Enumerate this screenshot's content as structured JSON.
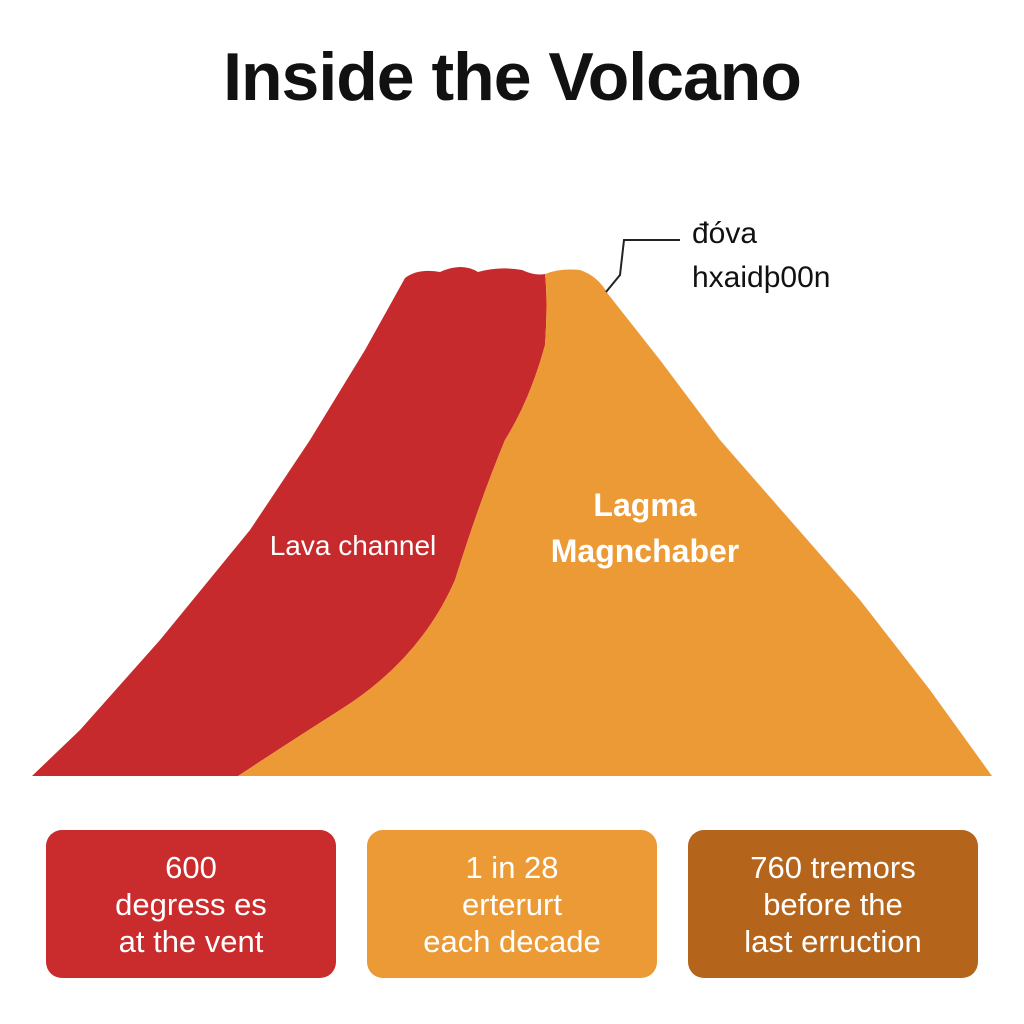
{
  "title": "Inside the Volcano",
  "callout": {
    "line1": "đóva",
    "line2": "hxaidþ00n"
  },
  "labels": {
    "lava_channel": "Lava channel",
    "magma_line1": "Lagma",
    "magma_line2": "Magnchaber"
  },
  "colors": {
    "lava_red": "#c62a2c",
    "magma_orange": "#ec9a35",
    "card_red": "#ca2b2c",
    "card_orange": "#eb9a36",
    "card_brown": "#b5641c"
  },
  "stats": [
    {
      "line1": "600",
      "line2": "degress es",
      "line3": "at the vent"
    },
    {
      "line1": "1 in 28",
      "line2": "erterurt",
      "line3": "each decade"
    },
    {
      "line1": "760 tremors",
      "line2": "before the",
      "line3": "last erruction"
    }
  ]
}
